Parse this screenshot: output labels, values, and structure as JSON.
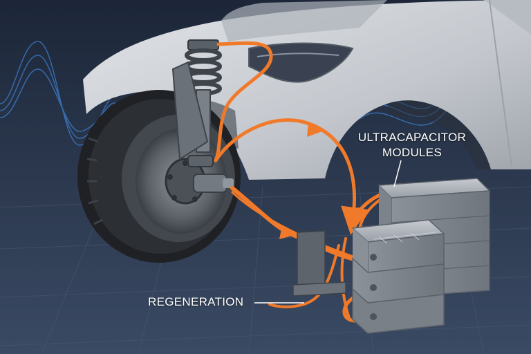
{
  "labels": {
    "ultracapacitor_line1": "ULTRACAPACITOR",
    "ultracapacitor_line2": "MODULES",
    "regeneration": "REGENERATION"
  },
  "colors": {
    "background": "#2a3446",
    "car_body": "#c9ccd1",
    "tire": "#26282c",
    "cable": "#f07a2a",
    "capacitor": "#9aa0a8",
    "wave": "#3f7fd0",
    "label_text": "#ffffff"
  },
  "icons": [
    "sine-wave-icon",
    "arrow-icon"
  ]
}
